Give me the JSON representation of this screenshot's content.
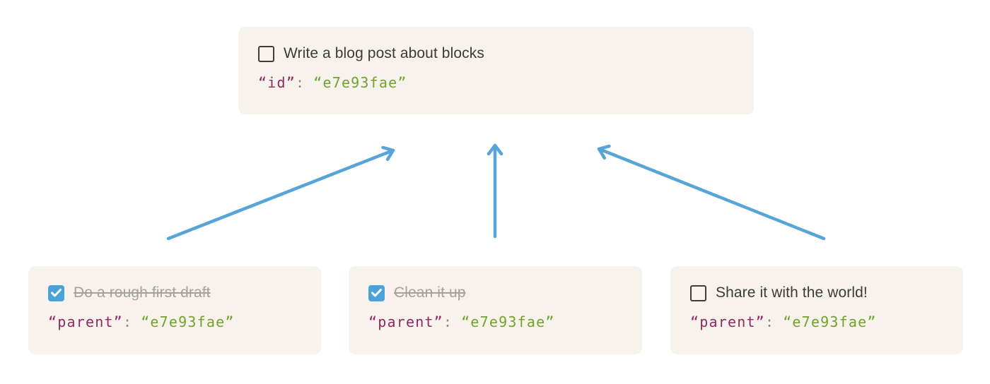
{
  "colors": {
    "card_bg": "#f7f3ec",
    "arrow": "#56a4d8",
    "checkbox_checked": "#4aa2d8",
    "key": "#8f2a62",
    "value": "#71a12f",
    "punct": "#8a8a8a",
    "title": "#3b3a37",
    "done_text": "#a3a19e"
  },
  "parent_card": {
    "title": "Write a blog post about blocks",
    "checked": false,
    "code": {
      "key": "“id”",
      "separator": ":",
      "value": "“e7e93fae”"
    }
  },
  "child_cards": [
    {
      "title": "Do a rough first draft",
      "checked": true,
      "code": {
        "key": "“parent”",
        "separator": ":",
        "value": "“e7e93fae”"
      }
    },
    {
      "title": "Clean it up",
      "checked": true,
      "code": {
        "key": "“parent”",
        "separator": ":",
        "value": "“e7e93fae”"
      }
    },
    {
      "title": "Share it with the world!",
      "checked": false,
      "code": {
        "key": "“parent”",
        "separator": ":",
        "value": "“e7e93fae”"
      }
    }
  ]
}
